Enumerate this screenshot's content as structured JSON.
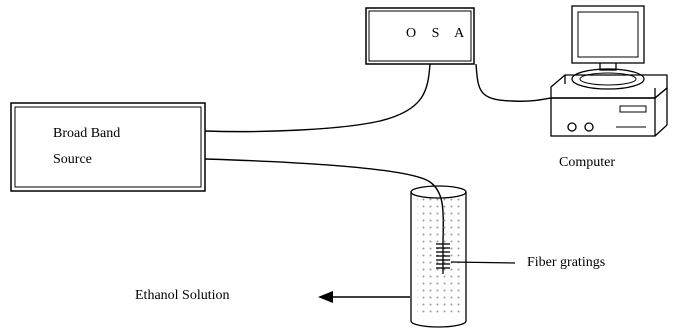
{
  "labels": {
    "osa": "O S A",
    "broad_band_line1": "Broad Band",
    "broad_band_line2": "Source",
    "computer": "Computer",
    "fiber_gratings": "Fiber gratings",
    "ethanol_solution": "Ethanol Solution"
  },
  "colors": {
    "stroke": "#000000",
    "background": "#ffffff",
    "dots": "#9a9a9a"
  },
  "icons": {
    "computer": "desktop-computer-icon",
    "grating": "fiber-grating-icon",
    "arrow": "left-arrow-icon"
  }
}
